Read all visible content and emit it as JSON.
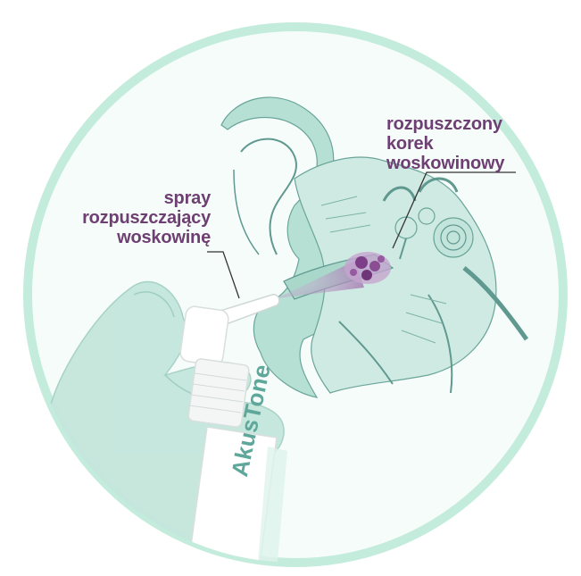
{
  "illustration": {
    "colors": {
      "circle_ring": "#bfe9da",
      "circle_fill": "#f4fbf8",
      "ear_tint": "#a8d9cc",
      "ear_line": "#6aa59a",
      "accent_purple": "#6e3f72",
      "spray_mist": "#b99cc4",
      "wax_plug": "#8a4f93"
    },
    "icons": [
      "ear-anatomy-illustration",
      "hand-illustration",
      "spray-bottle-illustration",
      "earwax-plug-icon"
    ]
  },
  "callouts": {
    "left": {
      "lines": [
        "spray",
        "rozpuszczający",
        "woskowinę"
      ]
    },
    "right": {
      "lines": [
        "rozpuszczony",
        "korek",
        "woskowinowy"
      ]
    }
  },
  "bottle": {
    "brand": "AkusTone"
  }
}
